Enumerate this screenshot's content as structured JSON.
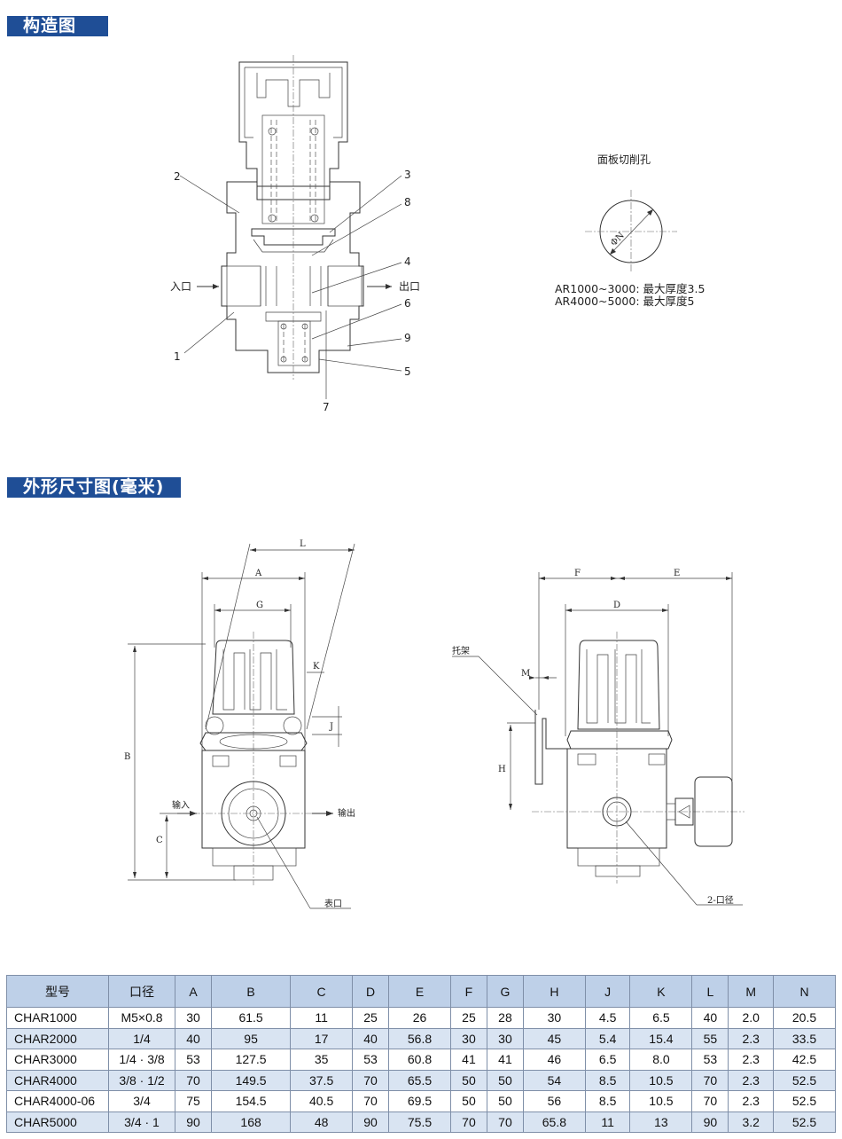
{
  "sections": {
    "structure_title": "构造图",
    "dimension_title": "外形尺寸图(毫米)"
  },
  "structure": {
    "inlet_label": "入口",
    "outlet_label": "出口",
    "callouts": [
      "1",
      "2",
      "3",
      "4",
      "5",
      "6",
      "7",
      "8",
      "9"
    ]
  },
  "panel": {
    "title": "面板切削孔",
    "dia_label": "ΦN",
    "note1": "AR1000~3000: 最大厚度3.5",
    "note2": "AR4000~5000: 最大厚度5"
  },
  "front_view": {
    "dims": [
      "L",
      "A",
      "G",
      "K",
      "J",
      "B",
      "C"
    ],
    "inlet": "输入",
    "outlet": "输出",
    "gauge_port": "表口"
  },
  "side_view": {
    "dims": [
      "F",
      "E",
      "D",
      "M",
      "H"
    ],
    "bracket": "托架",
    "port": "2-口径"
  },
  "table": {
    "headers": [
      "型号",
      "口径",
      "A",
      "B",
      "C",
      "D",
      "E",
      "F",
      "G",
      "H",
      "J",
      "K",
      "L",
      "M",
      "N"
    ],
    "rows": [
      [
        "CHAR1000",
        "M5×0.8",
        "30",
        "61.5",
        "11",
        "25",
        "26",
        "25",
        "28",
        "30",
        "4.5",
        "6.5",
        "40",
        "2.0",
        "20.5"
      ],
      [
        "CHAR2000",
        "1/4",
        "40",
        "95",
        "17",
        "40",
        "56.8",
        "30",
        "30",
        "45",
        "5.4",
        "15.4",
        "55",
        "2.3",
        "33.5"
      ],
      [
        "CHAR3000",
        "1/4 · 3/8",
        "53",
        "127.5",
        "35",
        "53",
        "60.8",
        "41",
        "41",
        "46",
        "6.5",
        "8.0",
        "53",
        "2.3",
        "42.5"
      ],
      [
        "CHAR4000",
        "3/8 · 1/2",
        "70",
        "149.5",
        "37.5",
        "70",
        "65.5",
        "50",
        "50",
        "54",
        "8.5",
        "10.5",
        "70",
        "2.3",
        "52.5"
      ],
      [
        "CHAR4000-06",
        "3/4",
        "75",
        "154.5",
        "40.5",
        "70",
        "69.5",
        "50",
        "50",
        "56",
        "8.5",
        "10.5",
        "70",
        "2.3",
        "52.5"
      ],
      [
        "CHAR5000",
        "3/4 · 1",
        "90",
        "168",
        "48",
        "90",
        "75.5",
        "70",
        "70",
        "65.8",
        "11",
        "13",
        "90",
        "3.2",
        "52.5"
      ]
    ]
  }
}
